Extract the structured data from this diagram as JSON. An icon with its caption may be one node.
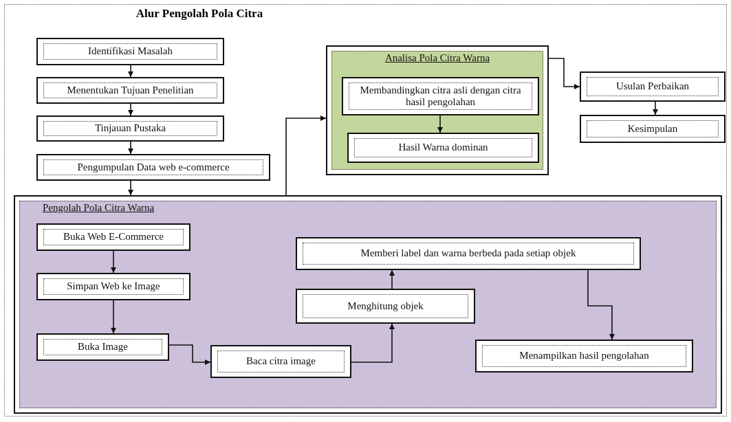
{
  "diagram": {
    "title": "Alur Pengolah Pola Citra",
    "nodes": [
      {
        "text": [
          "Identifikasi Masalah"
        ]
      },
      {
        "text": [
          "Menentukan Tujuan Penelitian"
        ]
      },
      {
        "text": [
          "Tinjauan Pustaka"
        ]
      },
      {
        "text": [
          "Pengumpulan Data web e-commerce"
        ]
      },
      {
        "text": [
          "Analisa Pola Citra Warna"
        ]
      },
      {
        "text": [
          "Membandingkan citra asli dengan citra hasil pengolahan"
        ],
        "in": 4
      },
      {
        "text": [
          "Hasil Warna dominan"
        ],
        "in": 4
      },
      {
        "text": [
          "Usulan Perbaikan"
        ]
      },
      {
        "text": [
          "Kesimpulan"
        ]
      },
      {
        "text": [
          "Pengolah Pola Citra Warna"
        ]
      },
      {
        "text": [
          "Buka Web E-Commerce"
        ],
        "in": 9
      },
      {
        "text": [
          "Simpan Web ke Image"
        ],
        "in": 9
      },
      {
        "text": [
          "Buka Image"
        ],
        "in": 9
      },
      {
        "text": [
          "Baca citra image"
        ],
        "in": 9
      },
      {
        "text": [
          "Memberi label dan warna berbeda pada setiap objek"
        ],
        "in": 9
      },
      {
        "text": [
          "Menghitung objek"
        ],
        "in": 9
      },
      {
        "text": [
          "Menampilkan hasil pengolahan"
        ],
        "in": 9
      }
    ],
    "edges": [
      {
        "from": 0,
        "to": 1,
        "arrow": "to"
      },
      {
        "from": 1,
        "to": 2,
        "arrow": "to"
      },
      {
        "from": 2,
        "to": 3,
        "arrow": "to"
      },
      {
        "from": 3,
        "to": 9,
        "arrow": "to"
      },
      {
        "from": 9,
        "to": 4,
        "arrow": "to"
      },
      {
        "from": 4,
        "to": 7,
        "arrow": "to"
      },
      {
        "from": 7,
        "to": 8,
        "arrow": "to"
      },
      {
        "from": 5,
        "to": 6,
        "arrow": "to"
      },
      {
        "from": 10,
        "to": 11,
        "arrow": "to"
      },
      {
        "from": 11,
        "to": 12,
        "arrow": "to"
      },
      {
        "from": 12,
        "to": 13,
        "arrow": "to"
      },
      {
        "from": 13,
        "to": 15,
        "arrow": "to"
      },
      {
        "from": 15,
        "to": 14,
        "arrow": "to"
      },
      {
        "from": 14,
        "to": 16,
        "arrow": "to"
      }
    ]
  }
}
